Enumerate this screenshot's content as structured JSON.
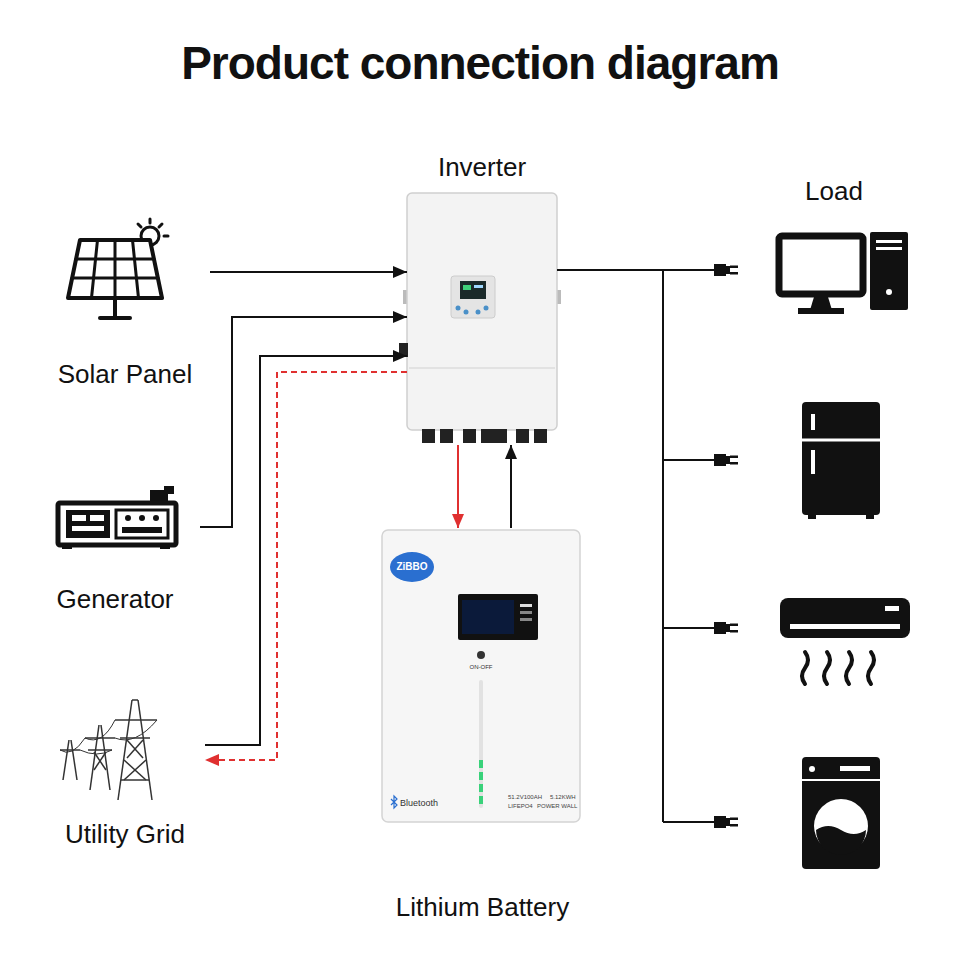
{
  "diagram": {
    "title": "Product connection diagram",
    "nodes": [
      {
        "text": [
          "Inverter"
        ]
      },
      {
        "text": [
          "Load"
        ]
      },
      {
        "text": [
          "Solar Panel"
        ]
      },
      {
        "text": [
          "Generator"
        ]
      },
      {
        "text": [
          "Utility Grid"
        ]
      },
      {
        "text": [
          "Lithium Battery"
        ]
      }
    ],
    "edges": [
      {
        "from": 2,
        "to": 0,
        "arrow": "to"
      },
      {
        "from": 3,
        "to": 0,
        "arrow": "to"
      },
      {
        "from": 4,
        "to": 0,
        "arrow": "to"
      },
      {
        "from": 0,
        "to": 4,
        "arrow": "to"
      },
      {
        "from": 0,
        "to": 5,
        "arrow": "to"
      },
      {
        "from": 5,
        "to": 0,
        "arrow": "to"
      },
      {
        "from": 0,
        "to": 1,
        "arrow": "none"
      }
    ],
    "labels": [
      "ZiBBO",
      "ON-OFF",
      "Bluetooth",
      "51.2V100AH",
      "5.12KWH",
      "LIFEPO4",
      "POWER WALL"
    ]
  }
}
